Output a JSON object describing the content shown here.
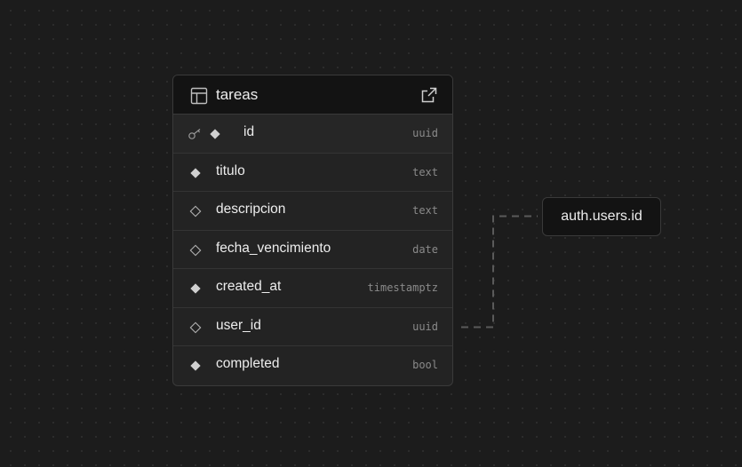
{
  "table": {
    "name": "tareas",
    "open_icon": "external-link-icon",
    "columns": [
      {
        "name": "id",
        "type": "uuid",
        "primary_key": true,
        "nullable": false
      },
      {
        "name": "titulo",
        "type": "text",
        "primary_key": false,
        "nullable": false
      },
      {
        "name": "descripcion",
        "type": "text",
        "primary_key": false,
        "nullable": true
      },
      {
        "name": "fecha_vencimiento",
        "type": "date",
        "primary_key": false,
        "nullable": true
      },
      {
        "name": "created_at",
        "type": "timestamptz",
        "primary_key": false,
        "nullable": false
      },
      {
        "name": "user_id",
        "type": "uuid",
        "primary_key": false,
        "nullable": true
      },
      {
        "name": "completed",
        "type": "bool",
        "primary_key": false,
        "nullable": false
      }
    ]
  },
  "reference": {
    "label": "auth.users.id",
    "from_column": "user_id"
  },
  "colors": {
    "background": "#1c1c1c",
    "card": "#232323",
    "header": "#131313",
    "border": "#3a3a3a",
    "text": "#ededed",
    "muted": "#8a8a8a",
    "edge": "#5a5a5a"
  }
}
